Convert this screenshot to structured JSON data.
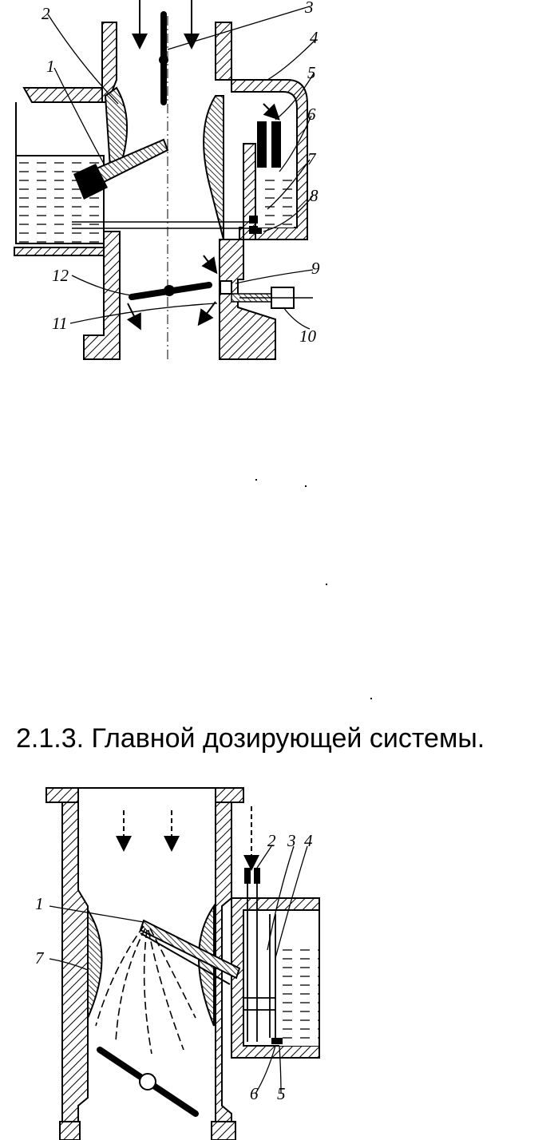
{
  "heading": "2.1.3. Главной дозирующей системы.",
  "figure1": {
    "labels": [
      "1",
      "2",
      "3",
      "4",
      "5",
      "6",
      "7",
      "8",
      "9",
      "10",
      "11",
      "12"
    ]
  },
  "figure2": {
    "labels": [
      "1",
      "2",
      "3",
      "4",
      "5",
      "6",
      "7"
    ]
  }
}
